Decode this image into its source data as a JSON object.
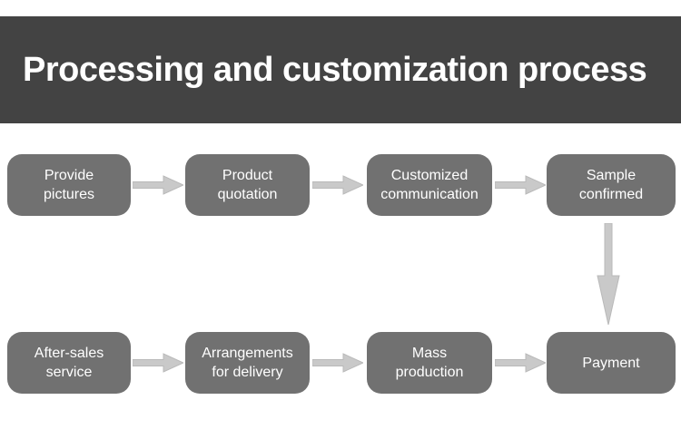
{
  "header": {
    "title": "Processing and customization process"
  },
  "colors": {
    "page_bg": "#ffffff",
    "banner_bg": "#434343",
    "title_text": "#ffffff",
    "node_fill": "#717171",
    "node_text": "#ffffff",
    "arrow_fill": "#c9c9c9",
    "arrow_edge": "#b9b9b9"
  },
  "flow": {
    "nodes": [
      {
        "id": "provide-pictures",
        "label": "Provide\npictures"
      },
      {
        "id": "product-quotation",
        "label": "Product\nquotation"
      },
      {
        "id": "customized-communication",
        "label": "Customized\ncommunication"
      },
      {
        "id": "sample-confirmed",
        "label": "Sample\nconfirmed"
      },
      {
        "id": "after-sales-service",
        "label": "After-sales\nservice"
      },
      {
        "id": "arrangements-for-delivery",
        "label": "Arrangements\nfor delivery"
      },
      {
        "id": "mass-production",
        "label": "Mass\nproduction"
      },
      {
        "id": "payment",
        "label": "Payment"
      }
    ],
    "connections": [
      {
        "from": "provide-pictures",
        "to": "product-quotation",
        "direction": "right"
      },
      {
        "from": "product-quotation",
        "to": "customized-communication",
        "direction": "right"
      },
      {
        "from": "customized-communication",
        "to": "sample-confirmed",
        "direction": "right"
      },
      {
        "from": "sample-confirmed",
        "to": "payment",
        "direction": "down"
      },
      {
        "from": "after-sales-service",
        "to": "arrangements-for-delivery",
        "direction": "right"
      },
      {
        "from": "arrangements-for-delivery",
        "to": "mass-production",
        "direction": "right"
      },
      {
        "from": "mass-production",
        "to": "payment",
        "direction": "right"
      }
    ]
  }
}
